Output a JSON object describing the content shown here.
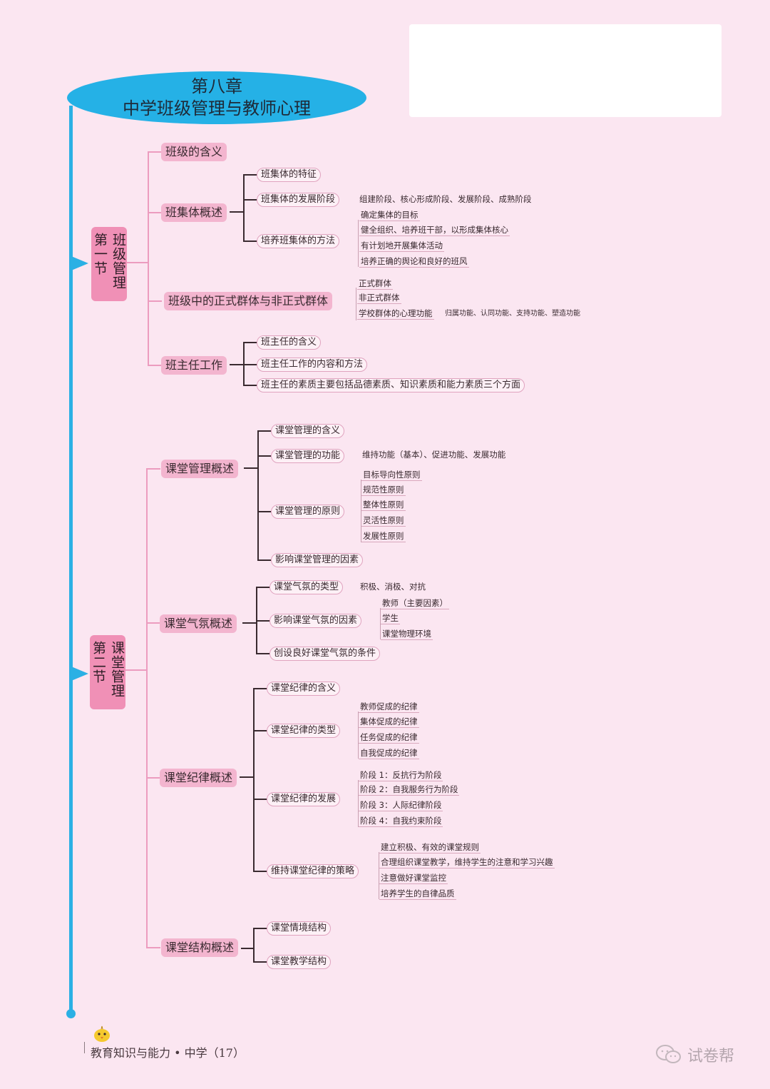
{
  "chapter": {
    "title_line1": "第八章",
    "title_line2": "中学班级管理与教师心理"
  },
  "sections": [
    {
      "label_number": "第一节",
      "label_name": "班级管理",
      "topics": [
        {
          "label": "班级的含义"
        },
        {
          "label": "班集体概述",
          "children": [
            {
              "label": "班集体的特征"
            },
            {
              "label": "班集体的发展阶段",
              "detail": "组建阶段、核心形成阶段、发展阶段、成熟阶段"
            },
            {
              "label": "培养班集体的方法",
              "items": [
                "确定集体的目标",
                "健全组织、培养班干部，以形成集体核心",
                "有计划地开展集体活动",
                "培养正确的舆论和良好的班风"
              ]
            }
          ]
        },
        {
          "label": "班级中的正式群体与非正式群体",
          "items": [
            "正式群体",
            "非正式群体",
            "学校群体的心理功能"
          ],
          "items_detail": "归属功能、认同功能、支持功能、塑造功能"
        },
        {
          "label": "班主任工作",
          "children": [
            {
              "label": "班主任的含义"
            },
            {
              "label": "班主任工作的内容和方法"
            },
            {
              "label": "班主任的素质主要包括品德素质、知识素质和能力素质三个方面"
            }
          ]
        }
      ]
    },
    {
      "label_number": "第二节",
      "label_name": "课堂管理",
      "topics": [
        {
          "label": "课堂管理概述",
          "children": [
            {
              "label": "课堂管理的含义"
            },
            {
              "label": "课堂管理的功能",
              "detail": "维持功能（基本）、促进功能、发展功能"
            },
            {
              "label": "课堂管理的原则",
              "items": [
                "目标导向性原则",
                "规范性原则",
                "整体性原则",
                "灵活性原则",
                "发展性原则"
              ]
            },
            {
              "label": "影响课堂管理的因素"
            }
          ]
        },
        {
          "label": "课堂气氛概述",
          "children": [
            {
              "label": "课堂气氛的类型",
              "detail": "积极、消极、对抗"
            },
            {
              "label": "影响课堂气氛的因素",
              "items": [
                "教师（主要因素）",
                "学生",
                "课堂物理环境"
              ]
            },
            {
              "label": "创设良好课堂气氛的条件"
            }
          ]
        },
        {
          "label": "课堂纪律概述",
          "children": [
            {
              "label": "课堂纪律的含义"
            },
            {
              "label": "课堂纪律的类型",
              "items": [
                "教师促成的纪律",
                "集体促成的纪律",
                "任务促成的纪律",
                "自我促成的纪律"
              ]
            },
            {
              "label": "课堂纪律的发展",
              "items": [
                "阶段 1：反抗行为阶段",
                "阶段 2：自我服务行为阶段",
                "阶段 3：人际纪律阶段",
                "阶段 4：自我约束阶段"
              ]
            },
            {
              "label": "维持课堂纪律的策略",
              "items": [
                "建立积极、有效的课堂规则",
                "合理组织课堂教学，维持学生的注意和学习兴趣",
                "注意做好课堂监控",
                "培养学生的自律品质"
              ]
            }
          ]
        },
        {
          "label": "课堂结构概述",
          "children": [
            {
              "label": "课堂情境结构"
            },
            {
              "label": "课堂教学结构"
            }
          ]
        }
      ]
    }
  ],
  "footer": {
    "book_title": "教育知识与能力 • 中学（17）",
    "watermark": "试卷帮",
    "mascot_icon": "chick-mascot-icon",
    "watermark_icon": "wechat-icon"
  },
  "colors": {
    "background": "#fbe6f1",
    "spine": "#2bb0e4",
    "section_box": "#f090b6",
    "topic_box": "#f3b5cf"
  }
}
